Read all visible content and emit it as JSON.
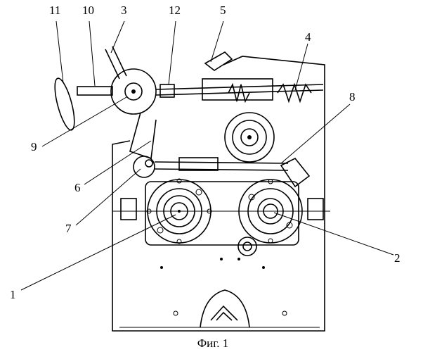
{
  "figure": {
    "caption": "Фиг. 1",
    "labels": {
      "l11": "11",
      "l10": "10",
      "l3": "3",
      "l12": "12",
      "l5": "5",
      "l4": "4",
      "l8": "8",
      "l9": "9",
      "l6": "6",
      "l7": "7",
      "l1": "1",
      "l2": "2"
    }
  }
}
